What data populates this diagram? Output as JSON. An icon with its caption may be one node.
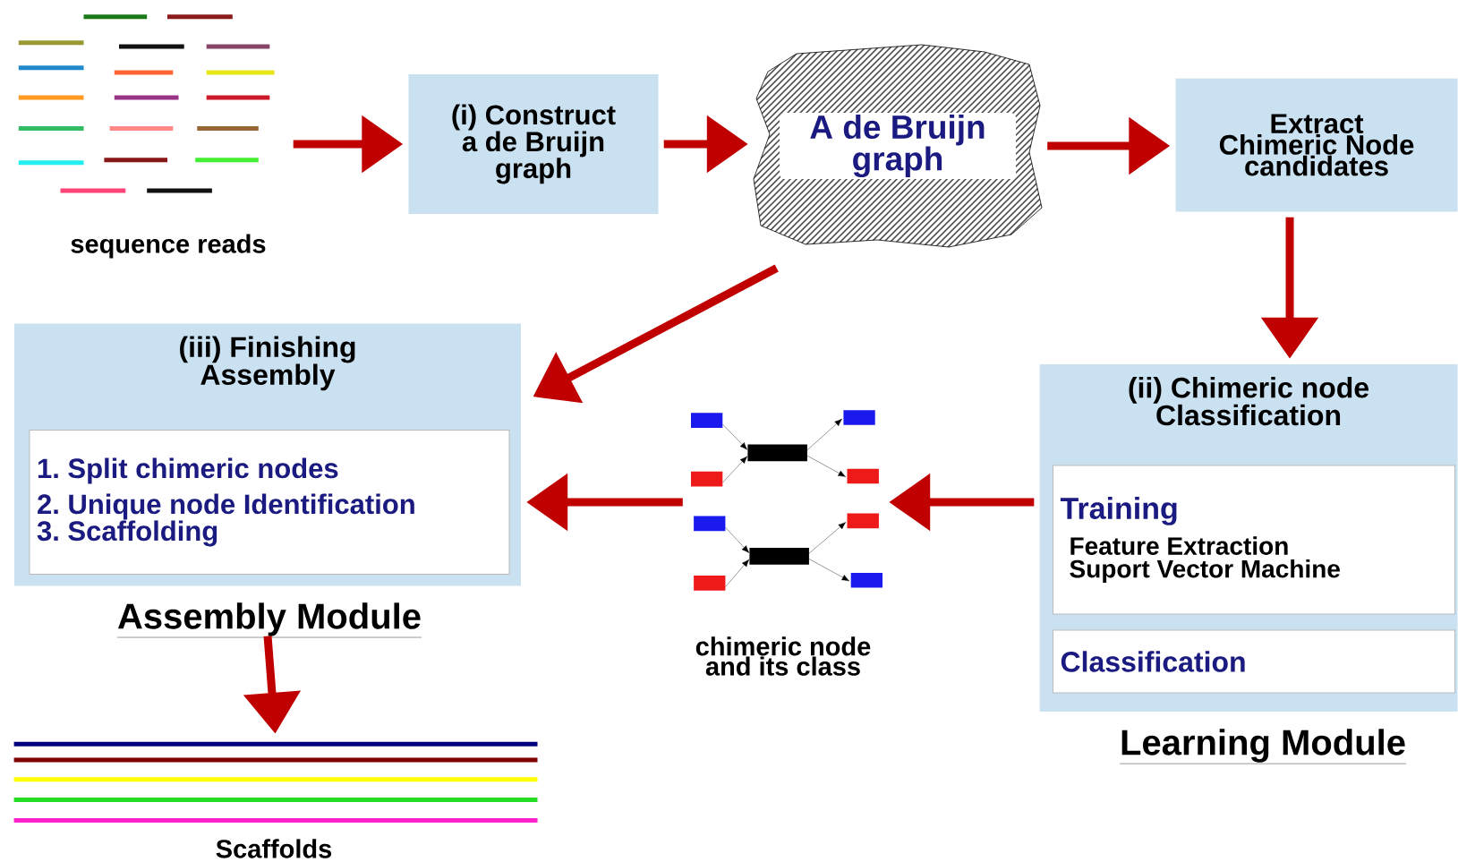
{
  "diagram": {
    "nodes": [
      {
        "text": [],
        "shape": "picture",
        "beside": [
          "sequence reads"
        ]
      },
      {
        "text": [
          "(i) Construct a de Bruijn graph"
        ]
      },
      {
        "text": [
          "A de Bruijn graph"
        ]
      },
      {
        "text": [
          "Extract Chimeric Node candidates"
        ]
      },
      {
        "text": [
          "(ii) Chimeric node Classification",
          "Learning Module"
        ]
      },
      {
        "text": [
          "Training",
          "Feature Extraction",
          "Suport Vector Machine"
        ],
        "in": 4
      },
      {
        "text": [
          "Classification"
        ],
        "in": 4
      },
      {
        "text": [],
        "shape": "picture",
        "beside": [
          "chimeric node and its class"
        ]
      },
      {
        "text": [
          "(iii) Finishing Assembly",
          "Assembly Module"
        ]
      },
      {
        "text": [
          "1. Split chimeric nodes",
          "2. Unique node Identification",
          "3. Scaffolding"
        ],
        "in": 8
      },
      {
        "text": [],
        "shape": "picture",
        "beside": [
          "Scaffolds"
        ]
      }
    ],
    "edges": [
      {
        "from": 0,
        "to": 1,
        "arrow": "to"
      },
      {
        "from": 1,
        "to": 2,
        "arrow": "to"
      },
      {
        "from": 2,
        "to": 3,
        "arrow": "to"
      },
      {
        "from": 3,
        "to": 4,
        "arrow": "to"
      },
      {
        "from": 4,
        "to": 7,
        "arrow": "to"
      },
      {
        "from": 7,
        "to": 8,
        "arrow": "to"
      },
      {
        "from": 2,
        "to": 8,
        "arrow": "to"
      },
      {
        "from": 8,
        "to": 10,
        "arrow": "to"
      }
    ]
  }
}
